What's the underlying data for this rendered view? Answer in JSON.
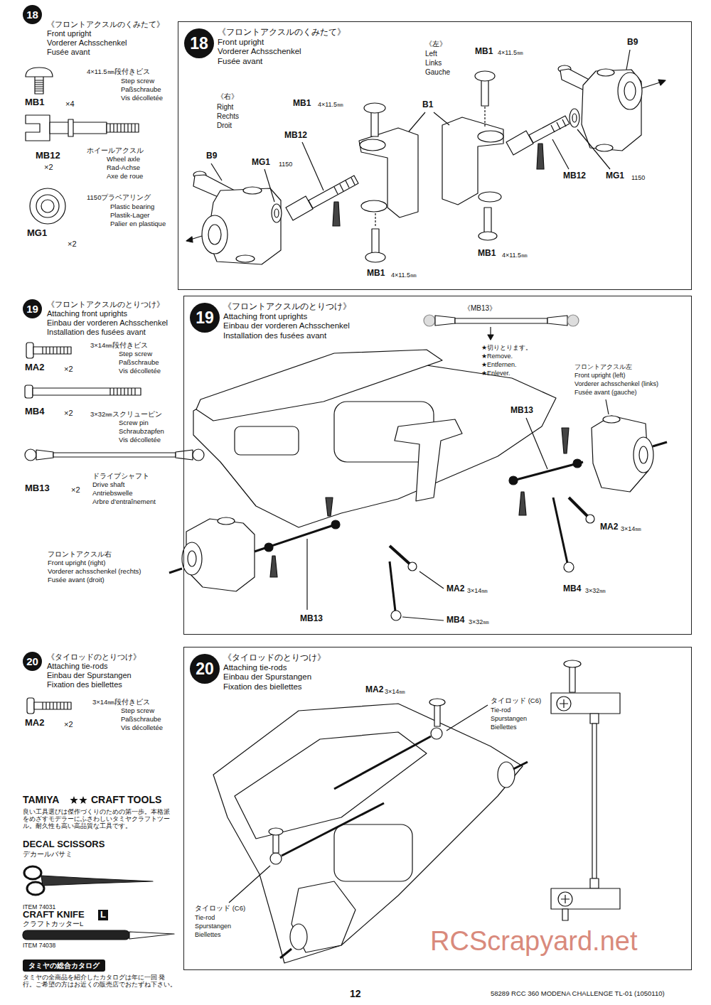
{
  "diagram": {
    "nodes": [
      {
        "text": [
          "18"
        ]
      },
      {
        "text": [
          "《フロントアクスルのくみたて》",
          "Front upright",
          "Vorderer Achsschenkel",
          "Fusée avant"
        ]
      },
      {
        "text": [
          "18"
        ],
        "in": 1
      },
      {
        "text": [
          "19"
        ]
      },
      {
        "text": [
          "《フロントアクスルのとりつけ》",
          "Attaching front uprights",
          "Einbau der vorderen Achsschenkel",
          "Installation des fusées avant"
        ]
      },
      {
        "text": [
          "19"
        ],
        "in": 4
      },
      {
        "text": [
          "20"
        ]
      },
      {
        "text": [
          "《タイロッドのとりつけ》",
          "Attaching tie-rods",
          "Einbau der Spurstangen",
          "Fixation des biellettes"
        ]
      },
      {
        "text": [
          "20"
        ],
        "in": 7
      },
      {
        "text": [
          "タミヤの総合カタログ"
        ]
      }
    ],
    "labels": [
      "《フロントアクスルのくみたて》",
      "Front upright",
      "Vorderer Achsschenkel",
      "Fusée avant",
      "4×11.5㎜段付きビス",
      "Step screw",
      "Paßschraube",
      "Vis décolletée",
      "MB1",
      "×4",
      "ホイールアクスル",
      "Wheel axle",
      "Rad-Achse",
      "Axe de roue",
      "MB12",
      "×2",
      "1150プラベアリング",
      "Plastic bearing",
      "Plastik-Lager",
      "Palier en plastique",
      "MG1",
      "×2",
      "《左》",
      "Left",
      "Links",
      "Gauche",
      "MB1",
      "4×11.5㎜",
      "B9",
      "《右》",
      "Right",
      "Rechts",
      "Droit",
      "MB1",
      "4×11.5㎜",
      "B1",
      "MB12",
      "B9",
      "MG1",
      "1150",
      "MB12",
      "MG1",
      "1150",
      "MB1",
      "4×11.5㎜",
      "MB1",
      "4×11.5㎜",
      "《フロントアクスルのとりつけ》",
      "Attaching front uprights",
      "Einbau der vorderen Achsschenkel",
      "Installation des fusées avant",
      "3×14㎜段付きビス",
      "Step screw",
      "Paßschraube",
      "Vis décolletée",
      "MA2",
      "×2",
      "3×32㎜スクリューピン",
      "Screw pin",
      "Schraubzapfen",
      "Vis décolletée",
      "MB4",
      "×2",
      "ドライブシャフト",
      "Drive shaft",
      "Antriebswelle",
      "Arbre d'entraînement",
      "MB13",
      "×2",
      "フロントアクスル右",
      "Front upright (right)",
      "Vorderer achsschenkel (rechts)",
      "Fusée avant (droit)",
      "《MB13》",
      "★切りとります。",
      "★Remove.",
      "★Entfernen.",
      "★Enlever.",
      "フロントアクスル左",
      "Front upright (left)",
      "Vorderer achsschenkel (links)",
      "Fusée avant (gauche)",
      "MB13",
      "MA2",
      "3×14㎜",
      "MA2",
      "3×14㎜",
      "MB4",
      "3×32㎜",
      "MB13",
      "MB4",
      "3×32㎜",
      "《タイロッドのとりつけ》",
      "Attaching tie-rods",
      "Einbau der Spurstangen",
      "Fixation des biellettes",
      "3×14㎜段付きビス",
      "Step screw",
      "Paßschraube",
      "Vis décolletée",
      "MA2",
      "×2",
      "TAMIYA",
      "CRAFT TOOLS",
      "良い工具選びは傑作づくりのための第一歩。本格派 をめざすモデラーにふさわしいタミヤクラフトツー ル。耐久性も高い高品質な工具です。",
      "DECAL SCISSORS",
      "デカールバサミ",
      "ITEM 74031",
      "CRAFT KNIFE",
      "L",
      "クラフトカッターL",
      "ITEM 74038",
      "タミヤの全商品を紹介したカタログは年に一回 発行。ご希望の方はお近くの販売店でおたずね下さい。",
      "MA2",
      "3×14㎜",
      "タイロッド (C6)",
      "Tie-rod",
      "Spurstangen",
      "Biellettes",
      "タイロッド (C6)",
      "Tie-rod",
      "Spurstangen",
      "Biellettes",
      "RCScrapyard.net",
      "12",
      "58289 RCC 360 MODENA CHALLENGE TL-01 (1050110)"
    ]
  }
}
